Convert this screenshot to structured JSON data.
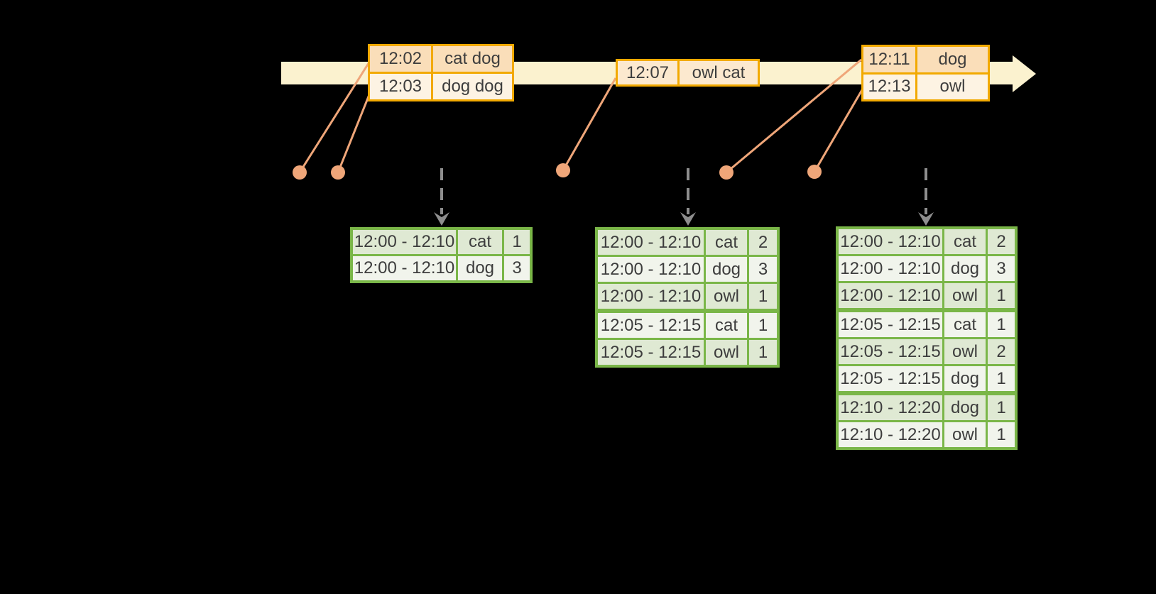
{
  "colors": {
    "background": "#000000",
    "timeline-band": "#FBF2CF",
    "event-border": "#F2A900",
    "event-row-dark": "#FADEB9",
    "event-row-mid": "#FCE9CF",
    "event-row-light": "#FDF3E3",
    "text": "#3D3D3D",
    "connector": "#EFA679",
    "dashed-arrow": "#8E8E8E",
    "table-border": "#7AB648",
    "table-row-dark": "#DFE9D3",
    "table-row-light": "#F1F4EC"
  },
  "timeline": {
    "events": [
      {
        "rows": [
          {
            "time": "12:02",
            "words": "cat dog"
          },
          {
            "time": "12:03",
            "words": "dog dog"
          }
        ]
      },
      {
        "rows": [
          {
            "time": "12:07",
            "words": "owl cat"
          }
        ]
      },
      {
        "rows": [
          {
            "time": "12:11",
            "words": "dog"
          },
          {
            "time": "12:13",
            "words": "owl"
          }
        ]
      }
    ]
  },
  "result_tables": [
    {
      "rows": [
        {
          "window": "12:00 - 12:10",
          "word": "cat",
          "count": "1"
        },
        {
          "window": "12:00 - 12:10",
          "word": "dog",
          "count": "3"
        }
      ]
    },
    {
      "rows": [
        {
          "window": "12:00 - 12:10",
          "word": "cat",
          "count": "2"
        },
        {
          "window": "12:00 - 12:10",
          "word": "dog",
          "count": "3"
        },
        {
          "window": "12:00 - 12:10",
          "word": "owl",
          "count": "1"
        },
        {
          "window": "12:05 - 12:15",
          "word": "cat",
          "count": "1"
        },
        {
          "window": "12:05 - 12:15",
          "word": "owl",
          "count": "1"
        }
      ]
    },
    {
      "rows": [
        {
          "window": "12:00 - 12:10",
          "word": "cat",
          "count": "2"
        },
        {
          "window": "12:00 - 12:10",
          "word": "dog",
          "count": "3"
        },
        {
          "window": "12:00 - 12:10",
          "word": "owl",
          "count": "1"
        },
        {
          "window": "12:05 - 12:15",
          "word": "cat",
          "count": "1"
        },
        {
          "window": "12:05 - 12:15",
          "word": "owl",
          "count": "2"
        },
        {
          "window": "12:05 - 12:15",
          "word": "dog",
          "count": "1"
        },
        {
          "window": "12:10 - 12:20",
          "word": "dog",
          "count": "1"
        },
        {
          "window": "12:10 - 12:20",
          "word": "owl",
          "count": "1"
        }
      ]
    }
  ]
}
